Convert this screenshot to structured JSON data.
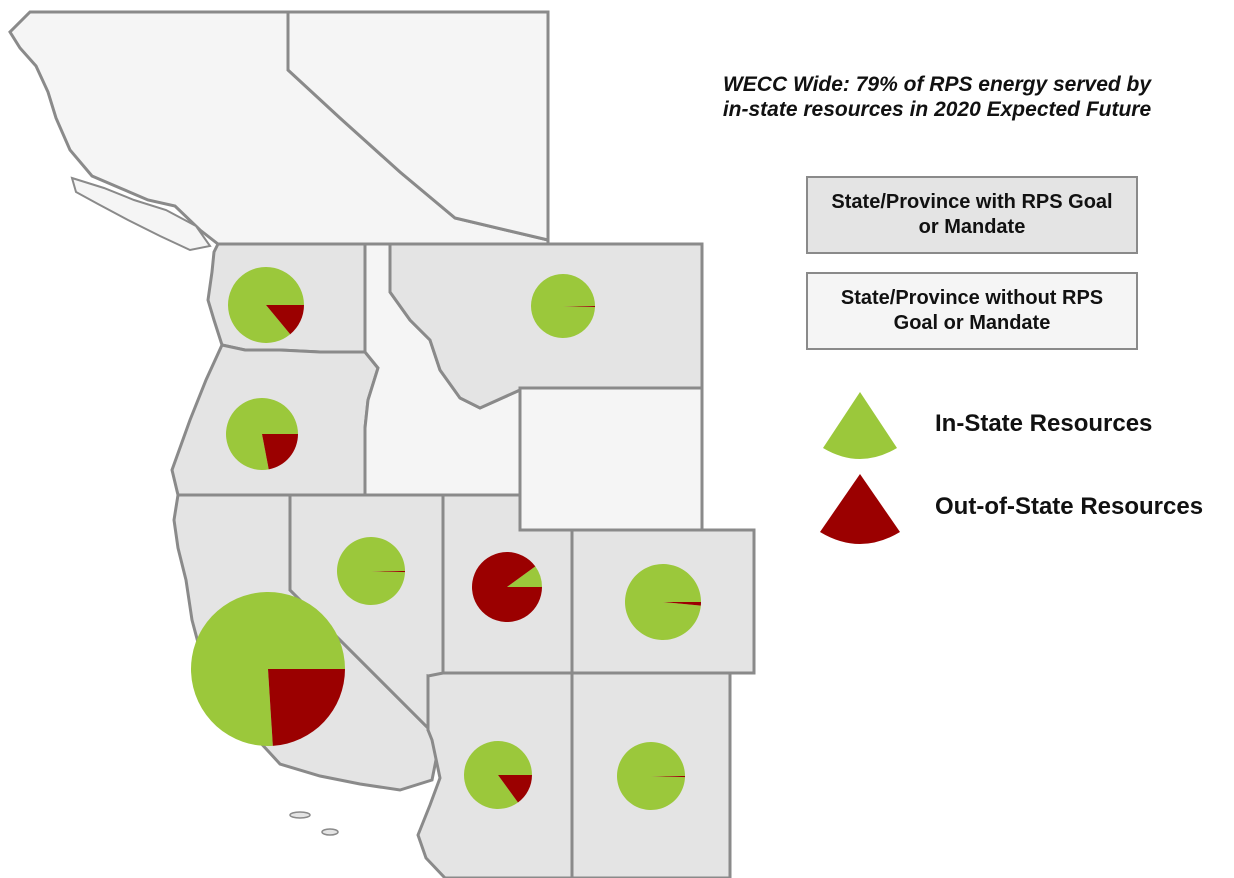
{
  "title": {
    "line1": "WECC Wide: 79% of RPS energy served by",
    "line2": "in-state resources in 2020 Expected Future"
  },
  "legend": {
    "rps_box": "State/Province with RPS Goal or Mandate",
    "no_rps_box": "State/Province without RPS Goal or Mandate",
    "in_state": "In-State Resources",
    "out_of_state": "Out-of-State Resources"
  },
  "colors": {
    "in_state": "#9BC83B",
    "out_of_state": "#9B0000",
    "rps_region": "#E4E4E4",
    "non_rps_region": "#F5F5F5",
    "border": "#8A8A8A"
  },
  "chart_data": {
    "type": "pie",
    "series_names": [
      "In-State Resources",
      "Out-of-State Resources"
    ],
    "regions": [
      {
        "region": "Washington",
        "in_state_pct": 86,
        "out_of_state_pct": 14
      },
      {
        "region": "Oregon",
        "in_state_pct": 78,
        "out_of_state_pct": 22
      },
      {
        "region": "Montana",
        "in_state_pct": 99.5,
        "out_of_state_pct": 0.5
      },
      {
        "region": "California",
        "in_state_pct": 76,
        "out_of_state_pct": 24
      },
      {
        "region": "Nevada",
        "in_state_pct": 99.5,
        "out_of_state_pct": 0.5
      },
      {
        "region": "Utah",
        "in_state_pct": 10,
        "out_of_state_pct": 90
      },
      {
        "region": "Colorado",
        "in_state_pct": 98.5,
        "out_of_state_pct": 1.5
      },
      {
        "region": "Arizona",
        "in_state_pct": 85,
        "out_of_state_pct": 15
      },
      {
        "region": "New Mexico",
        "in_state_pct": 99.5,
        "out_of_state_pct": 0.5
      }
    ]
  }
}
